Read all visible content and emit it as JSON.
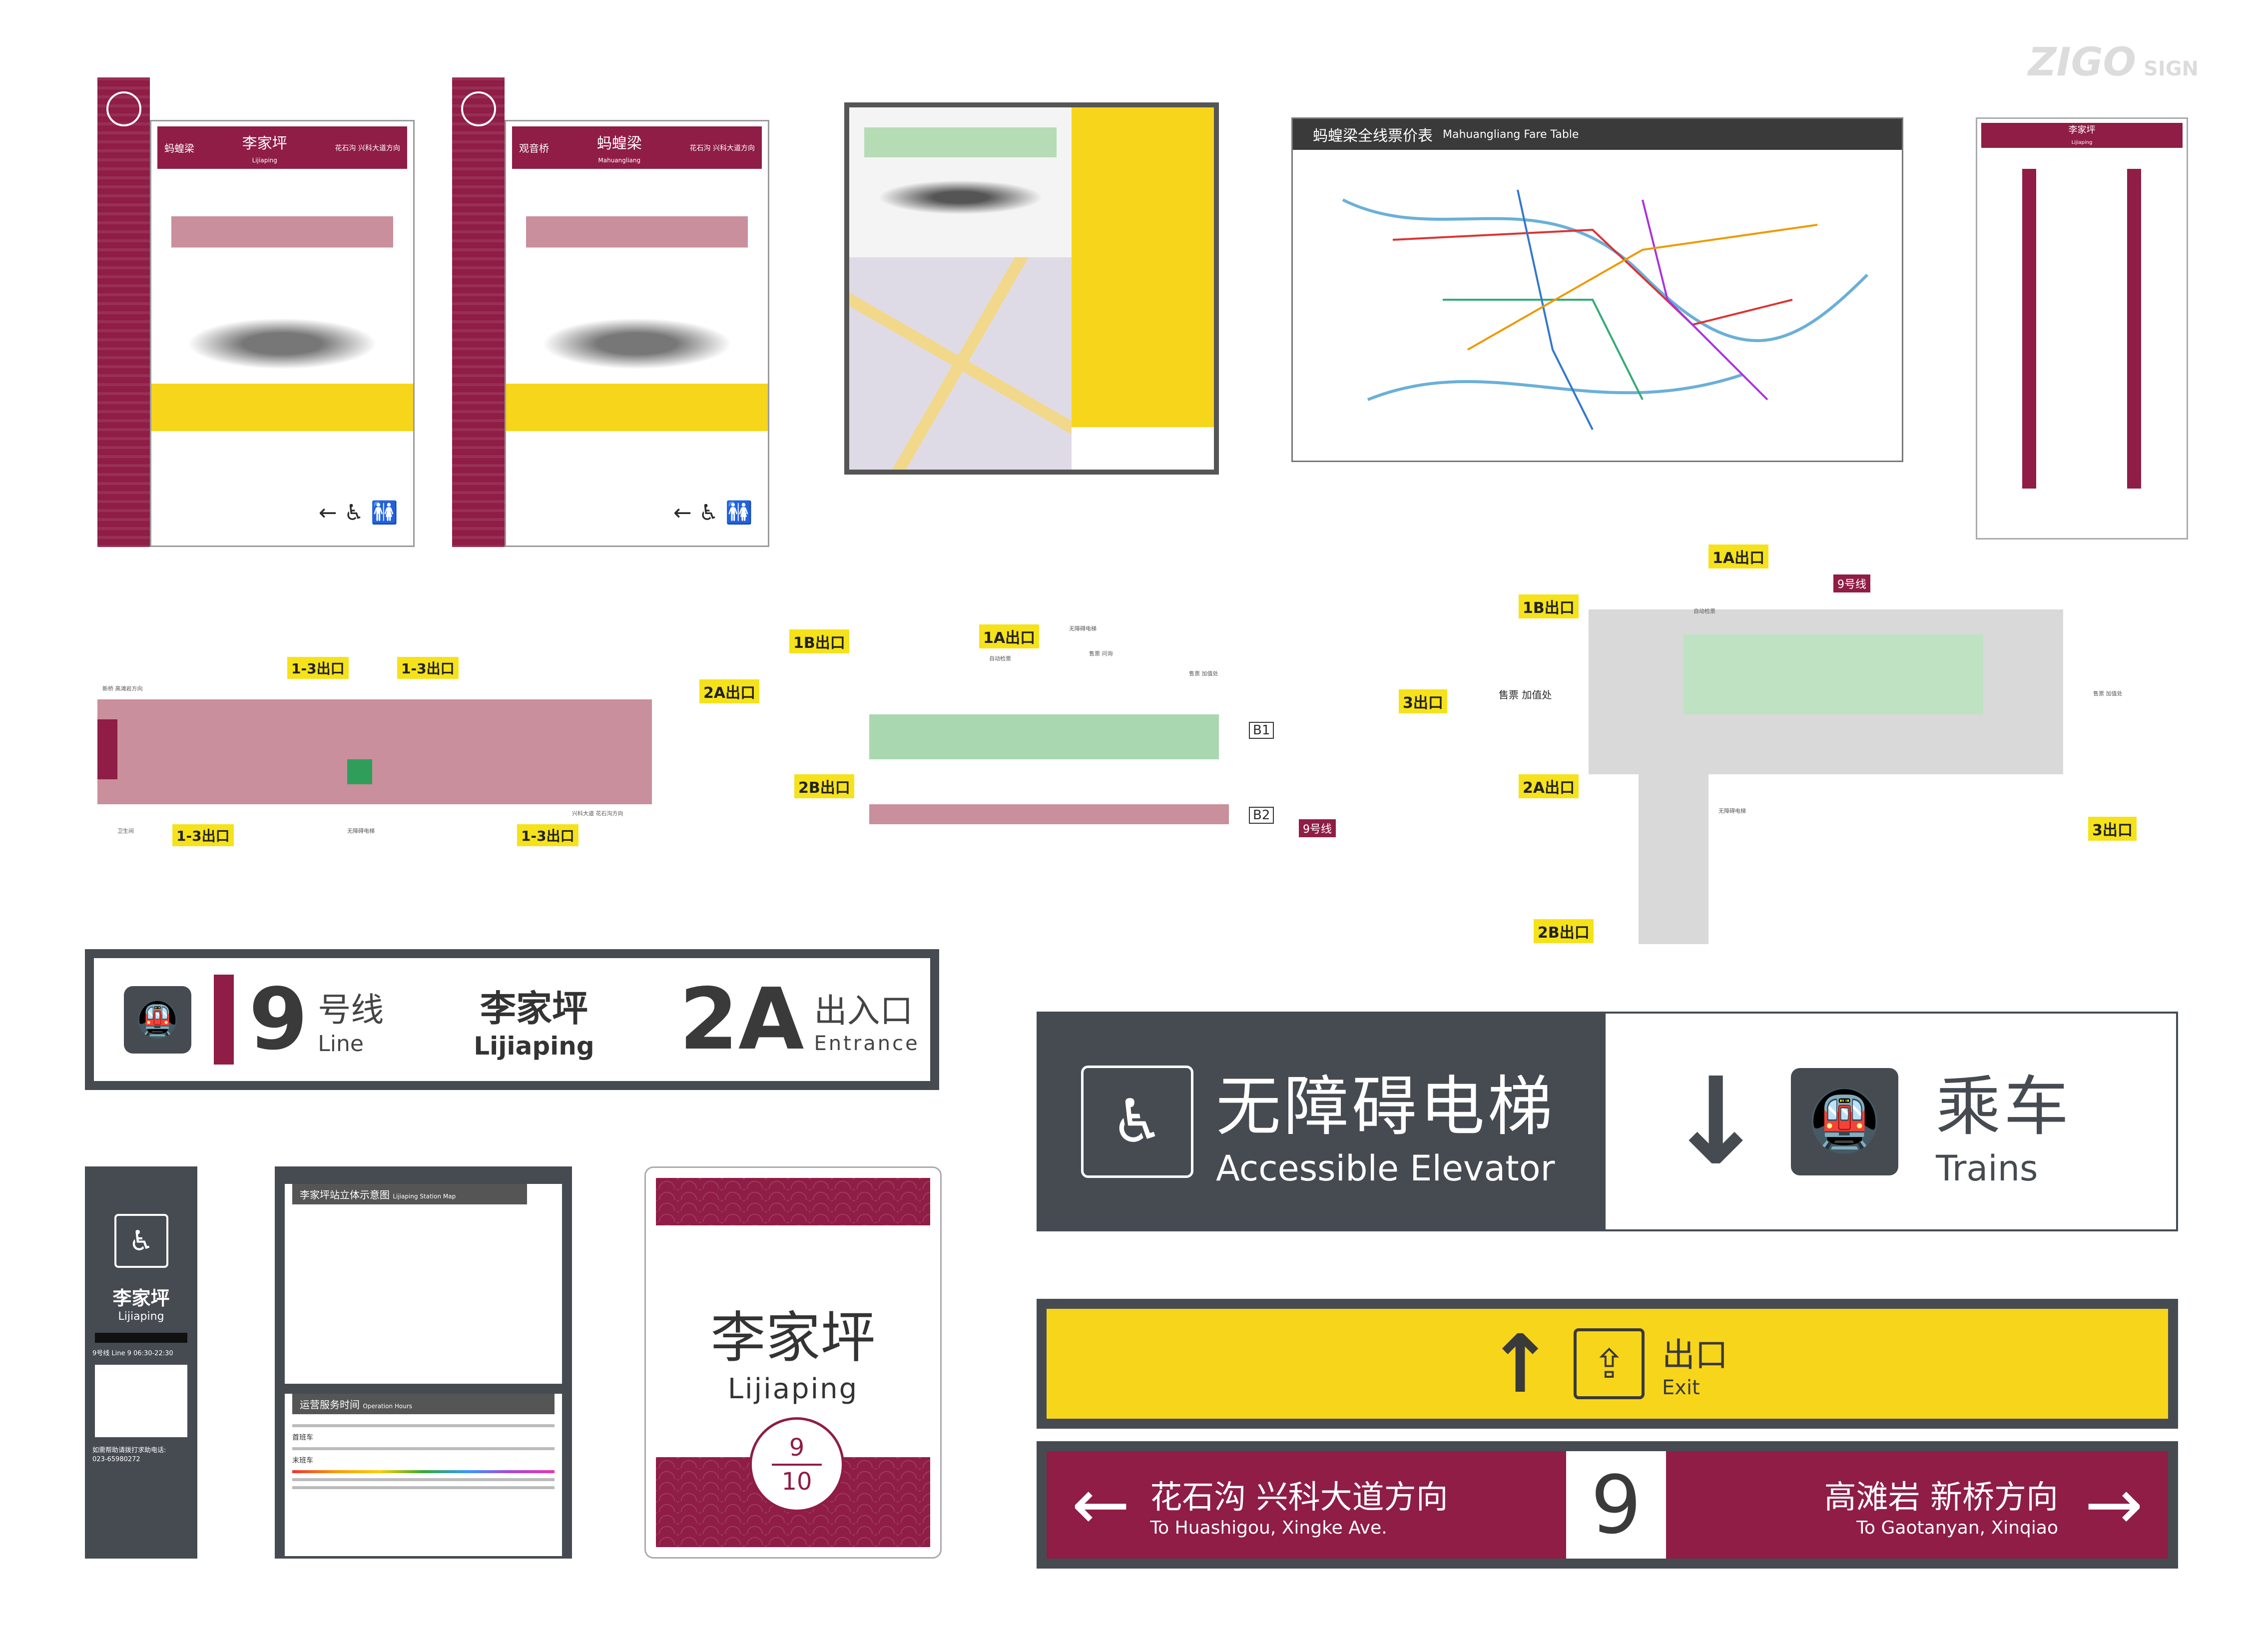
{
  "brand": {
    "logo_text": "ZIGO",
    "logo_sub": "SIGN"
  },
  "panel1": {
    "prev_station": "蚂蝗梁",
    "current_station": "李家坪",
    "current_en": "Lijiaping",
    "direction": "花石沟 兴科大道方向"
  },
  "panel2": {
    "prev_station": "观音桥",
    "current_station": "蚂蝗梁",
    "current_en": "Mahuangliang",
    "direction": "花石沟 兴科大道方向"
  },
  "fare_table": {
    "title": "蚂蝗梁全线票价表",
    "title_en": "Mahuangliang Fare Table"
  },
  "station_vertical": {
    "station": "李家坪",
    "station_en": "Lijiaping"
  },
  "diagram_left": {
    "exit_label": "1-3出口",
    "toilet": "卫生间",
    "elevator": "无障碍电梯",
    "dir_left": "新桥 高滩岩方向",
    "dir_right": "兴科大道 花石沟方向"
  },
  "diagram_mid": {
    "exits": [
      "1B出口",
      "1A出口",
      "2A出口",
      "2B出口",
      "3出口"
    ],
    "levels": [
      "B1",
      "B2"
    ],
    "line_badge": "9号线",
    "labels": [
      "无障碍电梯",
      "售票 问询",
      "自动检票",
      "售票 加值处"
    ]
  },
  "diagram_right": {
    "exits": [
      "1A出口",
      "1B出口",
      "2A出口",
      "2B出口",
      "3出口"
    ],
    "line_badge": "9号线",
    "ticket_left": "售票 加值处",
    "ticket_right": "售票 加值处",
    "check": "自动检票",
    "elevator": "无障碍电梯"
  },
  "entrance_sign": {
    "line_number": "9",
    "line_cn": "号线",
    "line_en": "Line",
    "station_cn": "李家坪",
    "station_en": "Lijiaping",
    "entrance_code": "2A",
    "entrance_cn": "出入口",
    "entrance_en": "Entrance"
  },
  "elevator_sign": {
    "left_cn": "无障碍电梯",
    "left_en": "Accessible Elevator",
    "right_cn": "乘车",
    "right_en": "Trains"
  },
  "exit_sign": {
    "cn": "出口",
    "en": "Exit"
  },
  "direction_sign": {
    "left_cn": "花石沟 兴科大道方向",
    "left_en": "To Huashigou, Xingke Ave.",
    "line": "9",
    "right_cn": "高滩岩 新桥方向",
    "right_en": "To Gaotanyan, Xinqiao"
  },
  "pillar_sign": {
    "station_cn": "李家坪",
    "station_en": "Lijiaping",
    "hours": "9号线 Line 9 06:30-22:30",
    "help_text": "如需帮助请拨打求助电话:",
    "phone": "023-65980272"
  },
  "info_board": {
    "map_title": "李家坪站立体示意图",
    "map_title_en": "Lijiaping Station Map",
    "hours_title": "运营服务时间",
    "hours_title_en": "Operation Hours",
    "rows": [
      "首班车",
      "末班车"
    ]
  },
  "station_card": {
    "station_cn": "李家坪",
    "station_en": "Lijiaping",
    "line_top": "9",
    "line_bottom": "10"
  }
}
